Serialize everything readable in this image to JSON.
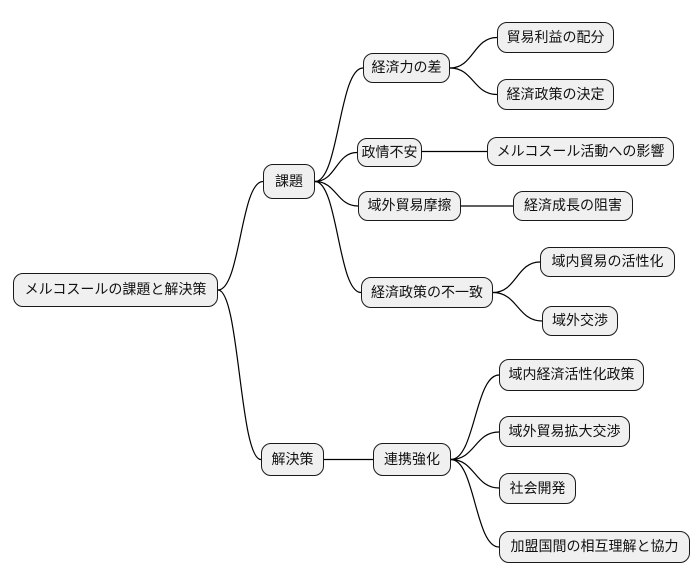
{
  "colors": {
    "background": "#ffffff",
    "node_fill": "#f0f0f0",
    "node_border": "#1a1a1a",
    "edge": "#000000"
  },
  "mindmap": {
    "root": {
      "label": "メルコスールの課題と解決策"
    },
    "challenges": {
      "label": "課題",
      "topics": [
        {
          "label": "経済力の差",
          "children": [
            {
              "label": "貿易利益の配分"
            },
            {
              "label": "経済政策の決定"
            }
          ]
        },
        {
          "label": "政情不安",
          "children": [
            {
              "label": "メルコスール活動への影響"
            }
          ]
        },
        {
          "label": "域外貿易摩擦",
          "children": [
            {
              "label": "経済成長の阻害"
            }
          ]
        },
        {
          "label": "経済政策の不一致",
          "children": [
            {
              "label": "域内貿易の活性化"
            },
            {
              "label": "域外交渉"
            }
          ]
        }
      ]
    },
    "solutions": {
      "label": "解決策",
      "topics": [
        {
          "label": "連携強化",
          "children": [
            {
              "label": "域内経済活性化政策"
            },
            {
              "label": "域外貿易拡大交渉"
            },
            {
              "label": "社会開発"
            },
            {
              "label": "加盟国間の相互理解と協力"
            }
          ]
        }
      ]
    }
  }
}
